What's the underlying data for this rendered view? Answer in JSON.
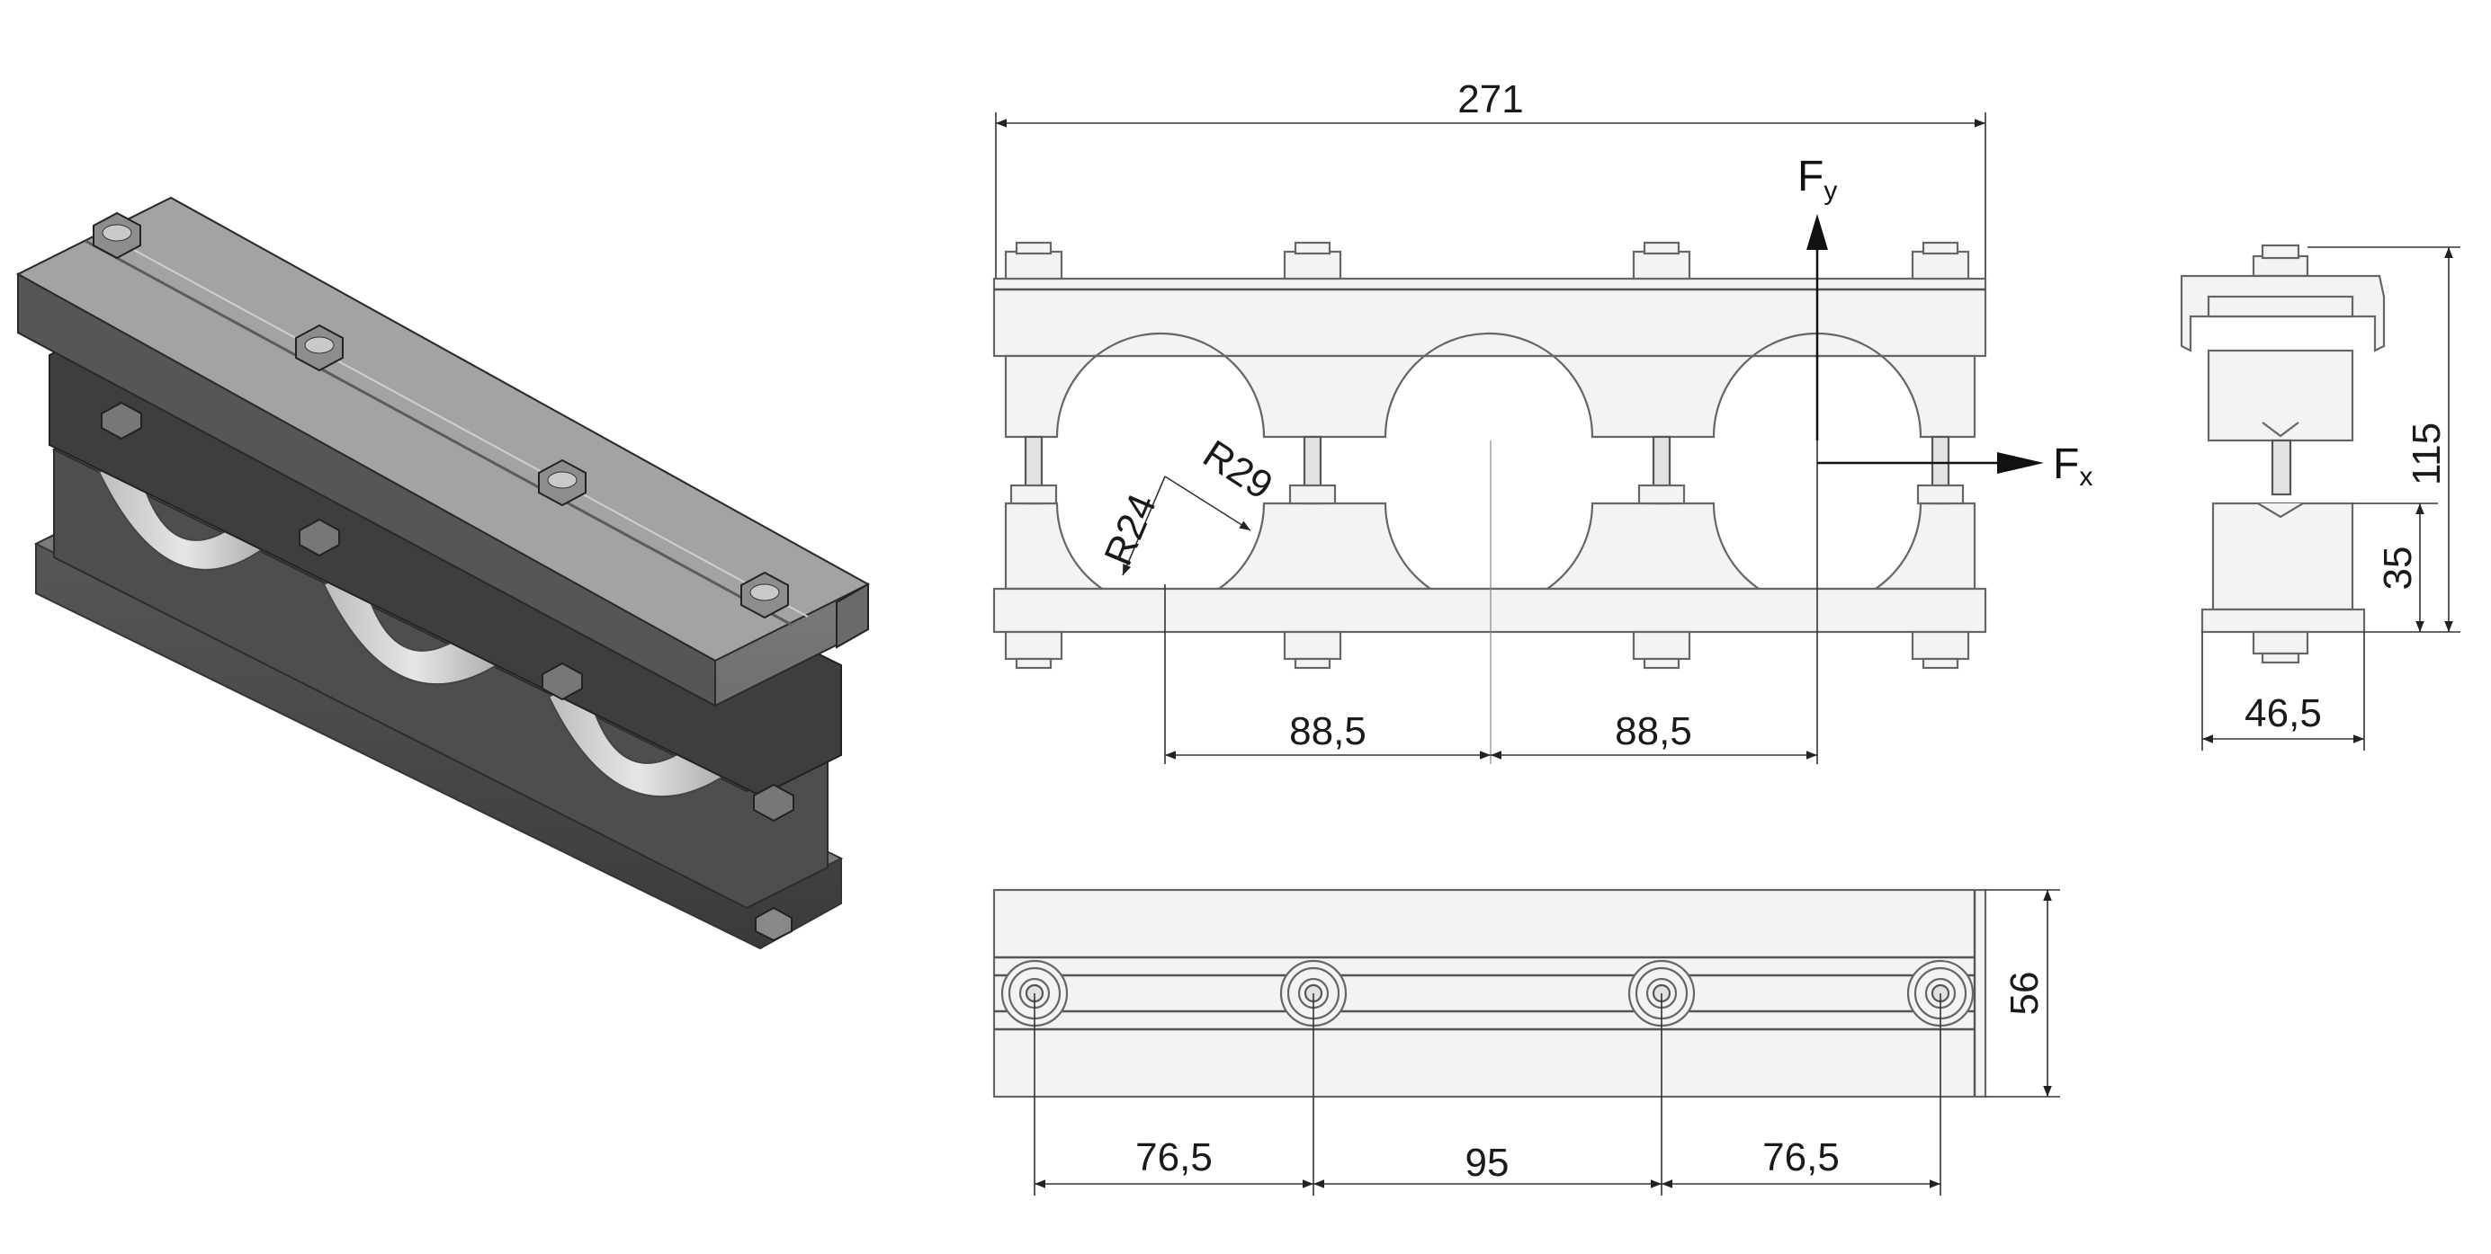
{
  "drawing": {
    "front_view": {
      "overall_length": "271",
      "pitch_left": "88,5",
      "pitch_right": "88,5",
      "radius_inner": "R24",
      "radius_outer": "R29",
      "force_vertical": {
        "letter": "F",
        "sub": "y"
      },
      "force_horizontal": {
        "letter": "F",
        "sub": "x"
      }
    },
    "side_view": {
      "height": "115",
      "base_height": "35",
      "width": "46,5"
    },
    "top_view": {
      "depth": "56",
      "spacing_left": "76,5",
      "spacing_middle": "95",
      "spacing_right": "76,5"
    }
  }
}
